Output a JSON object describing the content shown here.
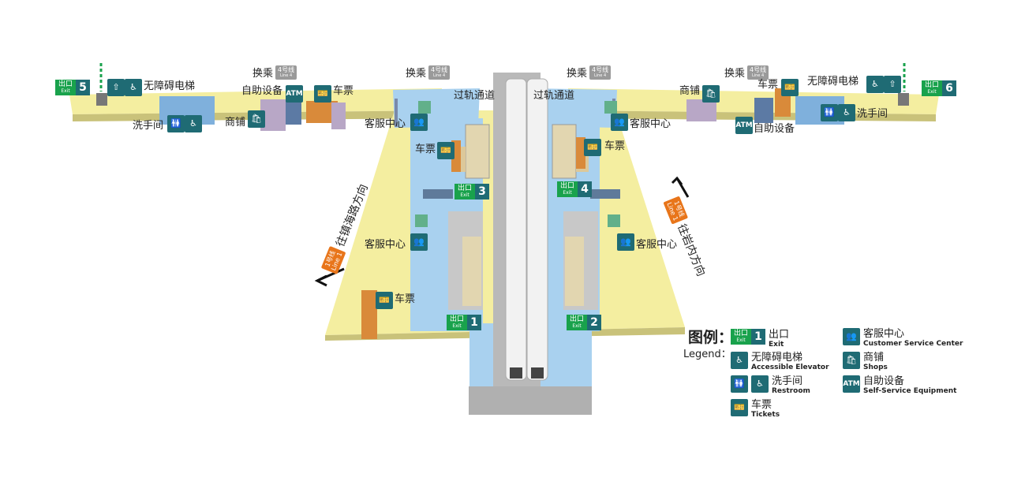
{
  "map": {
    "transfer_label": "换乘",
    "line4_badge": {
      "cn": "4号线",
      "en": "Line 4"
    },
    "crossing_label": "过轨通道",
    "labels": {
      "accessible_elevator": "无障碍电梯",
      "restroom": "洗手间",
      "self_service": "自助设备",
      "shops": "商铺",
      "tickets": "车票",
      "customer_service": "客服中心",
      "atm": "ATM"
    },
    "exits": [
      {
        "cn": "出口",
        "en": "Exit",
        "num": "5"
      },
      {
        "cn": "出口",
        "en": "Exit",
        "num": "6"
      },
      {
        "cn": "出口",
        "en": "Exit",
        "num": "3"
      },
      {
        "cn": "出口",
        "en": "Exit",
        "num": "4"
      },
      {
        "cn": "出口",
        "en": "Exit",
        "num": "1"
      },
      {
        "cn": "出口",
        "en": "Exit",
        "num": "2"
      }
    ],
    "directions": {
      "left": {
        "text": "往镇海路方向",
        "badge_cn": "1号线",
        "badge_en": "Line 1"
      },
      "right": {
        "text": "往岩内方向",
        "badge_cn": "1号线",
        "badge_en": "Line 1"
      }
    }
  },
  "legend": {
    "title": "图例：",
    "subtitle": "Legend：",
    "items": [
      {
        "icon": "exit-icon",
        "cn": "出口",
        "en": "Exit"
      },
      {
        "icon": "accessible-elevator-icon",
        "cn": "无障碍电梯",
        "en": "Accessible Elevator"
      },
      {
        "icon": "restroom-icon",
        "cn": "洗手间",
        "en": "Restroom"
      },
      {
        "icon": "ticket-icon",
        "cn": "车票",
        "en": "Tickets"
      },
      {
        "icon": "customer-service-icon",
        "cn": "客服中心",
        "en": "Customer Service Center"
      },
      {
        "icon": "shop-icon",
        "cn": "商铺",
        "en": "Shops"
      },
      {
        "icon": "atm-icon",
        "cn": "自助设备",
        "en": "Self-Service Equipment"
      }
    ]
  },
  "colors": {
    "concourse": "#f4eea0",
    "paid_area": "#a9d1ef",
    "track": "#b9b9b9",
    "icon_bg": "#1f6b74",
    "exit_green": "#19a24c",
    "direction_orange": "#e8751a"
  }
}
